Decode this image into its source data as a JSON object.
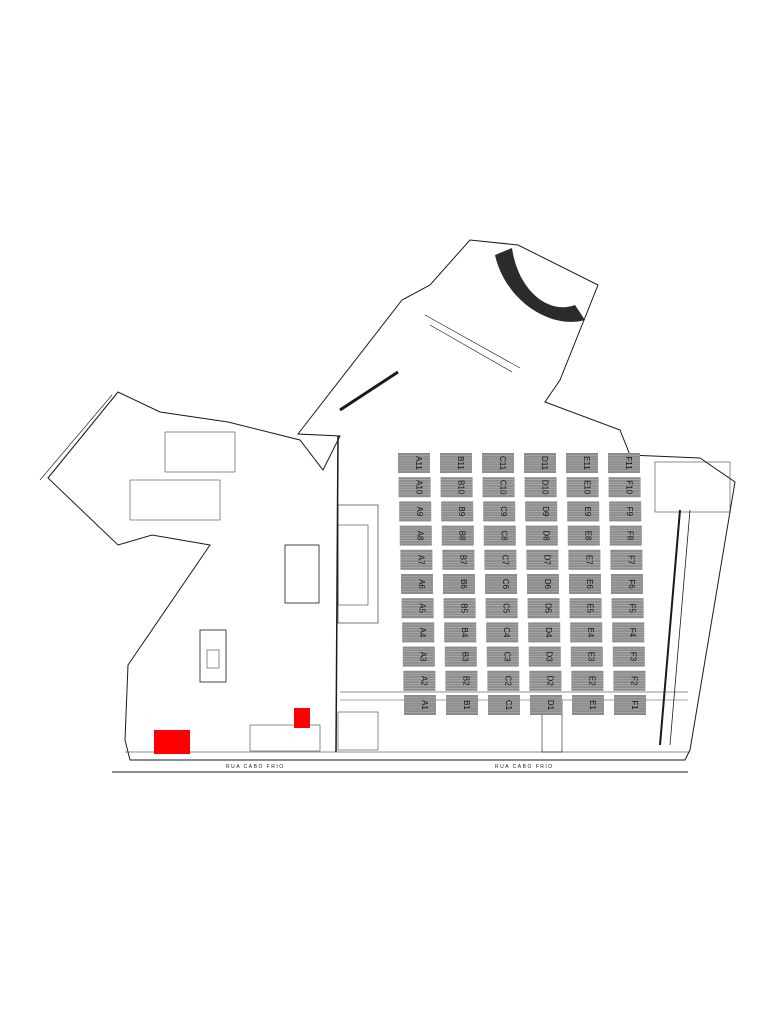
{
  "colors": {
    "line": "#1a1a1a",
    "seat_block": "#8c8c8c",
    "seat_stripe": "#b5b5b5",
    "highlight": "#ff0000",
    "dark_fill": "#2b2b2b"
  },
  "street": {
    "left_label": "RUA CABO FRIO",
    "right_label": "RUA CABO FRIO"
  },
  "seating": {
    "rows": [
      "A",
      "B",
      "C",
      "D",
      "E",
      "F"
    ],
    "numbers": [
      11,
      10,
      9,
      8,
      7,
      6,
      5,
      4,
      3,
      2,
      1
    ]
  }
}
